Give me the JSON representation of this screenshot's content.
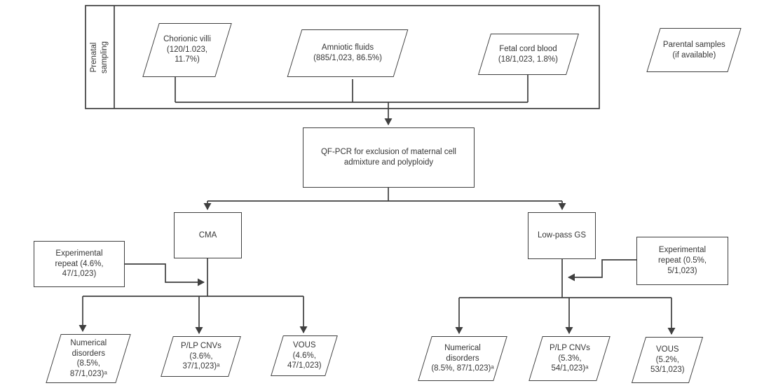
{
  "figure": {
    "sidebar_label": "Prenatal\nsampling",
    "sampling": {
      "chorionic_villi": "Chorionic villi\n(120/1.023,\n11.7%)",
      "amniotic_fluids": "Amniotic fluids\n(885/1,023, 86.5%)",
      "fetal_cord_blood": "Fetal cord blood\n(18/1,023, 1.8%)",
      "parental_samples": "Parental samples\n(if available)"
    },
    "qc_step": "QF-PCR for exclusion of maternal cell\nadmixture and polyploidy",
    "branches": {
      "cma": {
        "label": "CMA",
        "experimental_repeat": "Experimental\nrepeat (4.6%,\n47/1,023)",
        "outcomes": {
          "numerical_disorders": "Numerical\ndisorders\n(8.5%,\n87/1,023)ᵃ",
          "plp_cnvs": "P/LP CNVs\n(3.6%,\n37/1,023)ᵃ",
          "vous": "VOUS\n(4.6%,\n47/1,023)"
        }
      },
      "low_pass_gs": {
        "label": "Low-pass GS",
        "experimental_repeat": "Experimental\nrepeat (0.5%,\n5/1,023)",
        "outcomes": {
          "numerical_disorders": "Numerical disorders\n(8.5%, 87/1,023)ᵃ",
          "plp_cnvs": "P/LP CNVs\n(5.3%,\n54/1,023)ᵃ",
          "vous": "VOUS\n(5.2%,\n53/1,023)"
        }
      }
    },
    "colors": {
      "stroke": "#3f3f3f",
      "text": "#363636",
      "background": "#ffffff"
    }
  }
}
